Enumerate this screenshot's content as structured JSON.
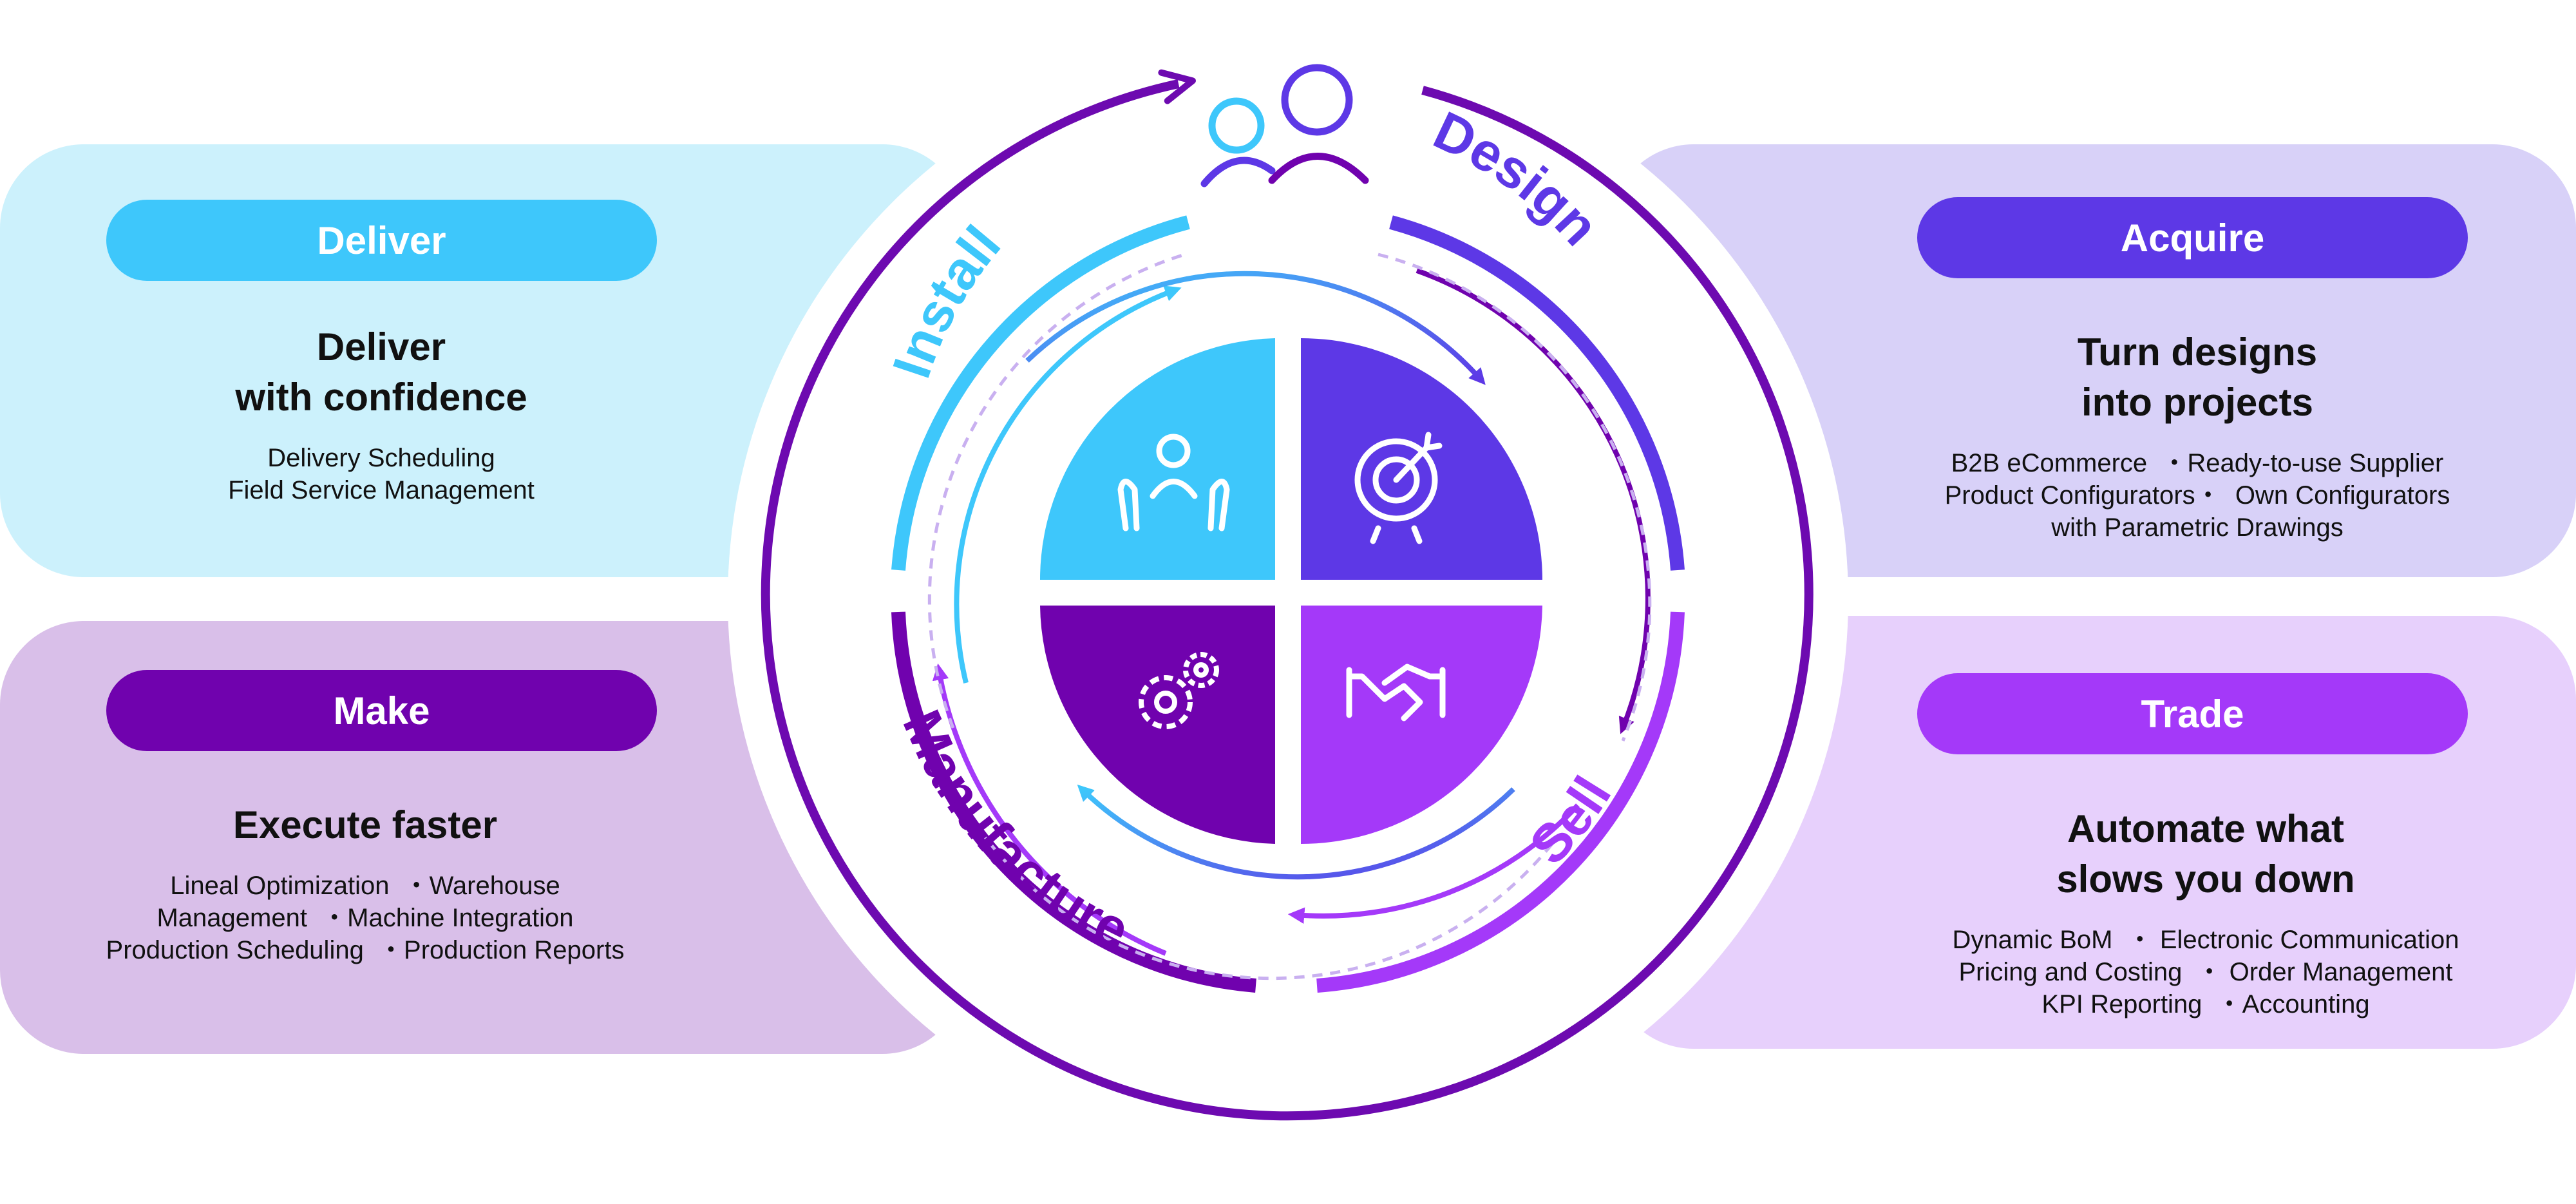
{
  "colors": {
    "deliver": "#3ec7fb",
    "acquire": "#5d38e6",
    "make": "#7002ae",
    "trade": "#a439f9",
    "ring": "#6d0ab0"
  },
  "stages": {
    "install": "Install",
    "design": "Design",
    "sell": "Sell",
    "manufacture": "Manufacture"
  },
  "panels": {
    "deliver": {
      "pill": "Deliver",
      "headline": [
        "Deliver",
        "with confidence"
      ],
      "features": [
        "Delivery Scheduling",
        "Field Service Management"
      ]
    },
    "make": {
      "pill": "Make",
      "headline": [
        "Execute faster"
      ],
      "features": [
        "Lineal Optimization  ・Warehouse",
        "Management  ・Machine Integration",
        "Production Scheduling  ・Production Reports"
      ]
    },
    "acquire": {
      "pill": "Acquire",
      "headline": [
        "Turn designs",
        "into projects"
      ],
      "features": [
        "B2B eCommerce  ・Ready-to-use Supplier",
        "Product Configurators・  Own Configurators",
        "with Parametric Drawings"
      ]
    },
    "trade": {
      "pill": "Trade",
      "headline": [
        "Automate what",
        "slows you down"
      ],
      "features": [
        "Dynamic BoM  ・ Electronic Communication",
        "Pricing and Costing  ・ Order Management",
        "KPI Reporting  ・Accounting"
      ]
    }
  },
  "icons": {
    "top": "people-icon",
    "q1": "care-hands-icon",
    "q2": "target-icon",
    "q3": "gears-icon",
    "q4": "handshake-icon"
  }
}
